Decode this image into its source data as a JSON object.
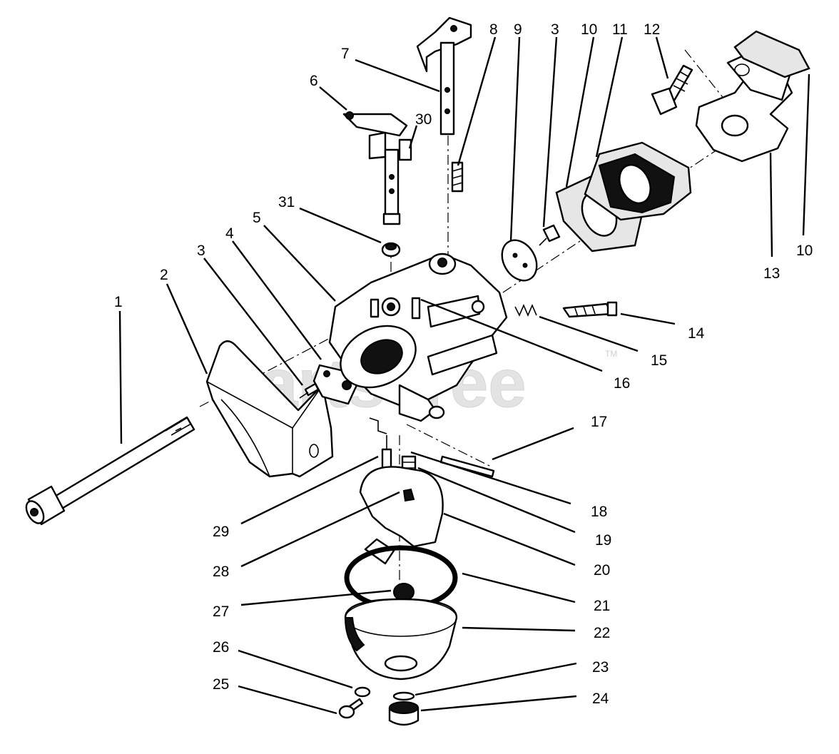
{
  "watermark": {
    "text": "PartsTree",
    "trademark": "TM"
  },
  "callouts": {
    "c1": "1",
    "c2": "2",
    "c3a": "3",
    "c3b": "3",
    "c4": "4",
    "c5": "5",
    "c6": "6",
    "c7": "7",
    "c8": "8",
    "c9": "9",
    "c10a": "10",
    "c10b": "10",
    "c11": "11",
    "c12": "12",
    "c13": "13",
    "c14": "14",
    "c15": "15",
    "c16": "16",
    "c17": "17",
    "c18": "18",
    "c19": "19",
    "c20": "20",
    "c21": "21",
    "c22": "22",
    "c23": "23",
    "c24": "24",
    "c25": "25",
    "c26": "26",
    "c27": "27",
    "c28": "28",
    "c29": "29",
    "c30": "30",
    "c31": "31"
  }
}
